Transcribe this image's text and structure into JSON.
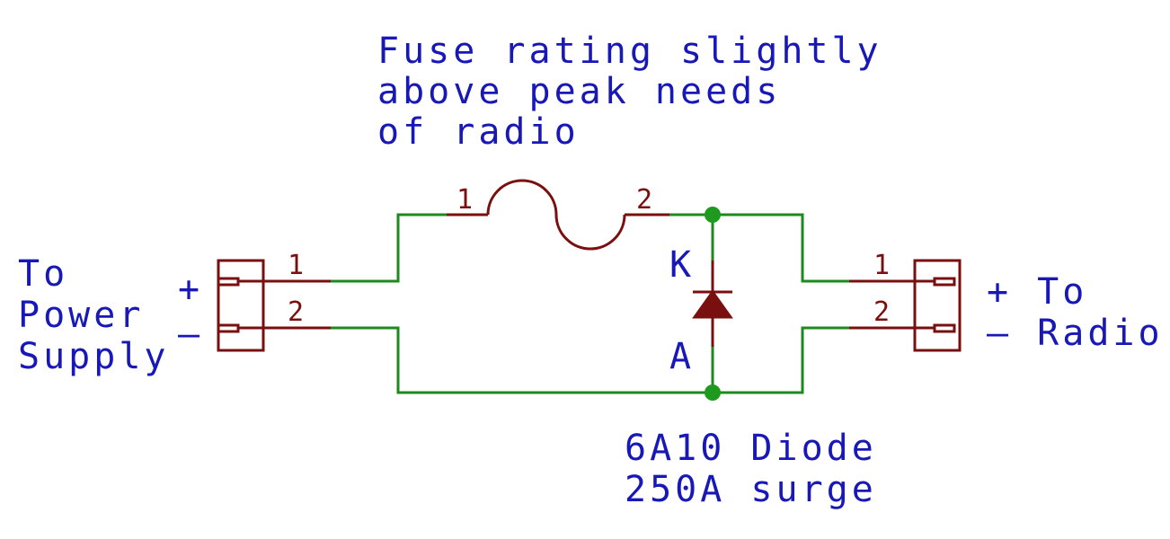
{
  "fuse_note": [
    "Fuse rating slightly",
    "above peak needs",
    "of radio"
  ],
  "left_connector": {
    "label_lines": [
      "To",
      "Power",
      "Supply"
    ],
    "plus": "+",
    "minus": "–",
    "pin1": "1",
    "pin2": "2"
  },
  "right_connector": {
    "label_top": "+ To",
    "label_bottom": "– Radio",
    "pin1": "1",
    "pin2": "2"
  },
  "fuse": {
    "pin1": "1",
    "pin2": "2"
  },
  "diode": {
    "cathode": "K",
    "anode": "A",
    "note": [
      "6A10 Diode",
      "250A surge"
    ]
  },
  "colors": {
    "wire": "#1e8a1e",
    "component": "#7a0f0f",
    "text": "#1818b8",
    "junction": "#1e9a1e"
  }
}
